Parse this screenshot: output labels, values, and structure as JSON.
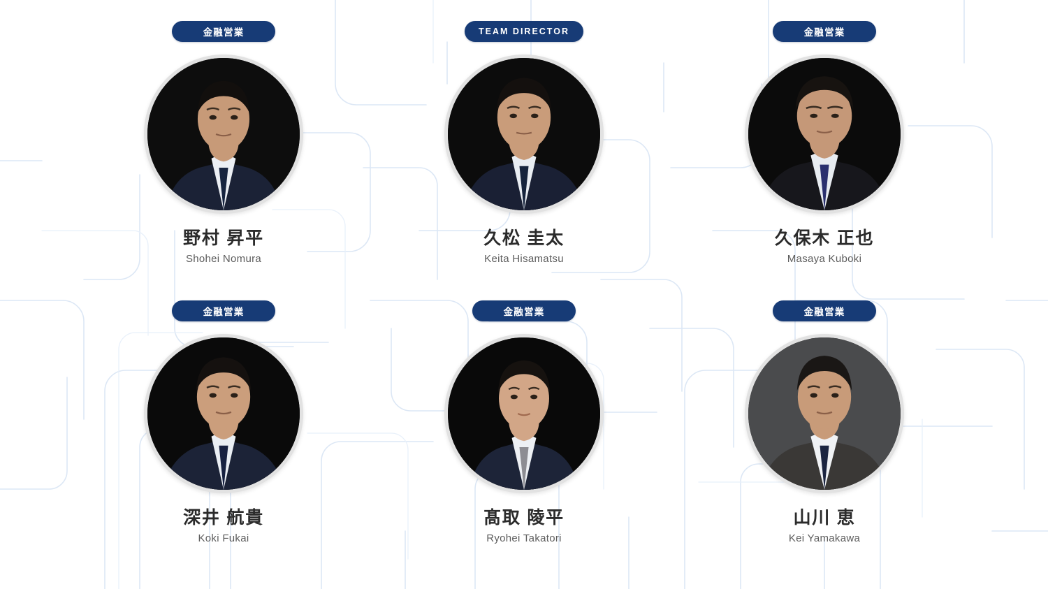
{
  "theme": {
    "background": "#ffffff",
    "badge_bg": "#173b76",
    "badge_text": "#ffffff",
    "name_jp_color": "#2b2b2b",
    "name_en_color": "#5c5c5c",
    "avatar_ring": "#e2e2e2",
    "circuit_line": "#dce7f5"
  },
  "members": [
    {
      "badge": "金融営業",
      "badge_style": "jp",
      "name_jp": "野村 昇平",
      "name_en": "Shohei Nomura",
      "photo": {
        "bg": "#0d0d0d",
        "hair": "#120f0d",
        "skin": "#c79a78",
        "suit": "#1b2236",
        "shirt": "#eceff4",
        "tie": "#17243f"
      }
    },
    {
      "badge": "TEAM DIRECTOR",
      "badge_style": "latin",
      "name_jp": "久松 圭太",
      "name_en": "Keita Hisamatsu",
      "photo": {
        "bg": "#0c0c0c",
        "hair": "#14100e",
        "skin": "#c99c7a",
        "suit": "#1a2034",
        "shirt": "#e9edf2",
        "tie": "#16233c"
      }
    },
    {
      "badge": "金融営業",
      "badge_style": "jp",
      "name_jp": "久保木 正也",
      "name_en": "Masaya Kuboki",
      "photo": {
        "bg": "#0b0b0b",
        "hair": "#171310",
        "skin": "#c59878",
        "suit": "#17171c",
        "shirt": "#e8ecf1",
        "tie": "#2a2f6e"
      }
    },
    {
      "badge": "金融営業",
      "badge_style": "jp",
      "name_jp": "深井 航貴",
      "name_en": "Koki Fukai",
      "photo": {
        "bg": "#0a0a0a",
        "hair": "#15110f",
        "skin": "#cb9e7c",
        "suit": "#1c2337",
        "shirt": "#eaeef3",
        "tie": "#172140"
      }
    },
    {
      "badge": "金融営業",
      "badge_style": "jp",
      "name_jp": "髙取 陵平",
      "name_en": "Ryohei Takatori",
      "photo": {
        "bg": "#090909",
        "hair": "#16120f",
        "skin": "#d2a687",
        "suit": "#1d2438",
        "shirt": "#edf0f4",
        "tie": "#8d8d93"
      }
    },
    {
      "badge": "金融営業",
      "badge_style": "jp",
      "name_jp": "山川 恵",
      "name_en": "Kei Yamakawa",
      "photo": {
        "bg": "#4a4b4d",
        "hair": "#1a1715",
        "skin": "#c89b79",
        "suit": "#3a3836",
        "shirt": "#f0f2f5",
        "tie": "#1b2440"
      }
    }
  ]
}
